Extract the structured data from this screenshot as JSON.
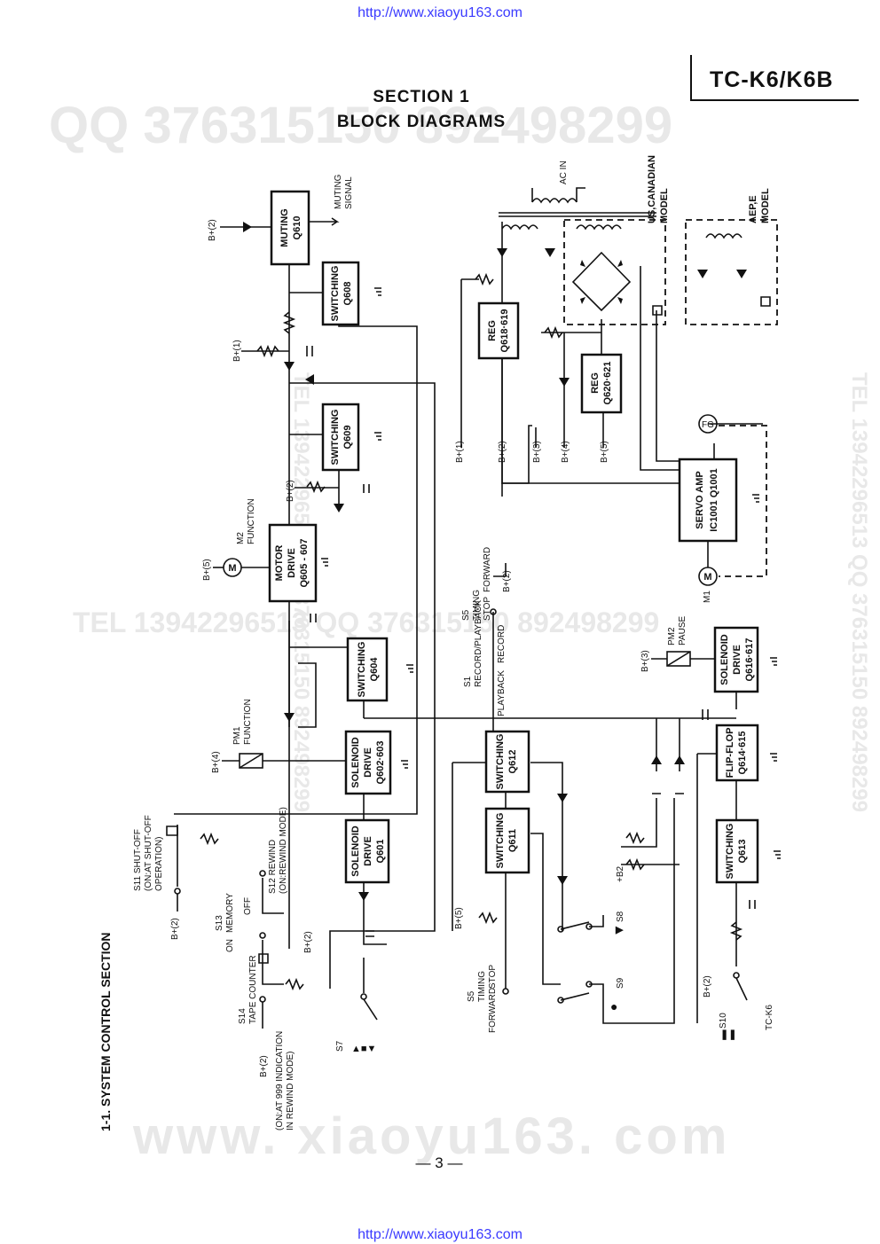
{
  "header": {
    "url_top": "http://www.xiaoyu163.com",
    "url_bottom": "http://www.xiaoyu163.com",
    "model": "TC-K6/K6B",
    "section_line1": "SECTION 1",
    "section_line2": "BLOCK DIAGRAMS",
    "page_number": "— 3 —"
  },
  "watermarks": {
    "qq": "QQ 376315150  892498299",
    "mid": "TEL 13942296513  QQ 376315150  892498299",
    "bottom": "www. xiaoyu163. com",
    "side": "TEL 13942296513  QQ 376315150  892498299"
  },
  "diagram": {
    "heading": "1-1.  SYSTEM CONTROL SECTION",
    "blocks": {
      "muting": [
        "MUTING",
        "Q610"
      ],
      "switching_q608": [
        "SWITCHING",
        "Q608"
      ],
      "switching_q609": [
        "SWITCHING",
        "Q609"
      ],
      "motor_drive": [
        "MOTOR",
        "DRIVE",
        "Q605 - 607"
      ],
      "switching_q604": [
        "SWITCHING",
        "Q604"
      ],
      "solenoid_drive_q602": [
        "SOLENOID",
        "DRIVE",
        "Q602·603"
      ],
      "solenoid_drive_q601": [
        "SOLENOID",
        "DRIVE",
        "Q601"
      ],
      "switching_q612": [
        "SWITCHING",
        "Q612"
      ],
      "switching_q611": [
        "SWITCHING",
        "Q611"
      ],
      "reg_q618": [
        "REG",
        "Q618·619"
      ],
      "reg_q620": [
        "REG",
        "Q620·621"
      ],
      "servo_amp": [
        "SERVO AMP",
        "IC1001  Q1001"
      ],
      "solenoid_drive_q616": [
        "SOLENOID",
        "DRIVE",
        "Q616·617"
      ],
      "flip_flop": [
        "FLIP-FLOP",
        "Q614·615"
      ],
      "switching_q613": [
        "SWITCHING",
        "Q613"
      ]
    },
    "labels": {
      "muting_signal": [
        "MUTING",
        "SIGNAL"
      ],
      "ac_in": "AC IN",
      "us_model": [
        "US,CANADIAN",
        "MODEL"
      ],
      "aep_model": [
        "AEP,E",
        "MODEL"
      ],
      "fg": "FG",
      "motor_m1": "M1",
      "motor_m2": [
        "M2",
        "FUNCTION"
      ],
      "motor_symbol": "M",
      "pm1": [
        "PM1",
        "FUNCTION"
      ],
      "pm2": [
        "PM2",
        "PAUSE"
      ],
      "b_plus_1": "B+(1)",
      "b_plus_2": "B+(2)",
      "b_plus_3": "B+(3)",
      "b_plus_4": "B+(4)",
      "b_plus_5": "B+(5)",
      "b_plus_b2": "+B2",
      "s1": [
        "S1",
        "RECORD/PLAYBACK"
      ],
      "s1_record": "RECORD",
      "s1_playback": "PLAYBACK",
      "s5_top": [
        "S5",
        "TIMING",
        "STOP",
        "FORWARD"
      ],
      "s5_bottom": [
        "S5",
        "TIMING",
        "FORWARD",
        "STOP"
      ],
      "s7": "S7",
      "s7_symbols": "▲■▼",
      "s8": "S8",
      "s8_symbol": "▶",
      "s9": "S9",
      "s9_symbol": "●",
      "s10": "S10",
      "s10_symbol": "❚❚",
      "tc_k6": "TC-K6",
      "s11": [
        "S11 SHUT-OFF",
        "(ON:AT SHUT-OFF",
        "OPERATION)"
      ],
      "s12": [
        "S12 REWIND",
        "(ON:REWIND MODE)"
      ],
      "s13": [
        "S13",
        "MEMORY",
        "ON",
        "OFF"
      ],
      "s14": [
        "S14",
        "TAPE COUNTER"
      ],
      "s14_note": [
        "(ON:AT 999 INDICATION",
        "IN REWIND MODE)"
      ]
    }
  }
}
